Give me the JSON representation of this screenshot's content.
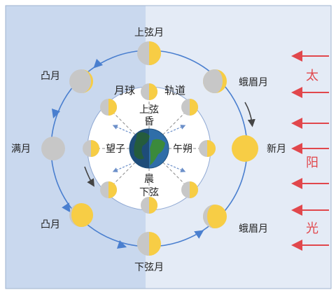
{
  "colors": {
    "left_panel": "#c9d8ee",
    "right_panel": "#e4ebf6",
    "orbit": "#4a7fcf",
    "sun_red": "#e1474c",
    "moon_yellow": "#f7cd45",
    "moon_gray": "#c7c7c7",
    "earth_blue": "#2f6ea8",
    "earth_green": "#3b8a3b"
  },
  "icons": {
    "earth": "earth-icon",
    "moon": "moon-icon",
    "sunlight": "arrow-left-icon"
  },
  "outer_moons": {
    "top": "上弦月",
    "upper_left": "凸月",
    "left": "满月",
    "lower_left": "凸月",
    "bottom": "下弦月",
    "lower_right": "蛾眉月",
    "right": "新月",
    "upper_right": "蛾眉月"
  },
  "inner": {
    "orbit_label_left": "月球",
    "orbit_label_right": "轨道",
    "top_1": "上弦",
    "top_2": "昏",
    "left": "望子",
    "right": "午朔",
    "bottom_1": "晨",
    "bottom_2": "下弦"
  },
  "sun_label": [
    "太",
    "阳",
    "光"
  ]
}
